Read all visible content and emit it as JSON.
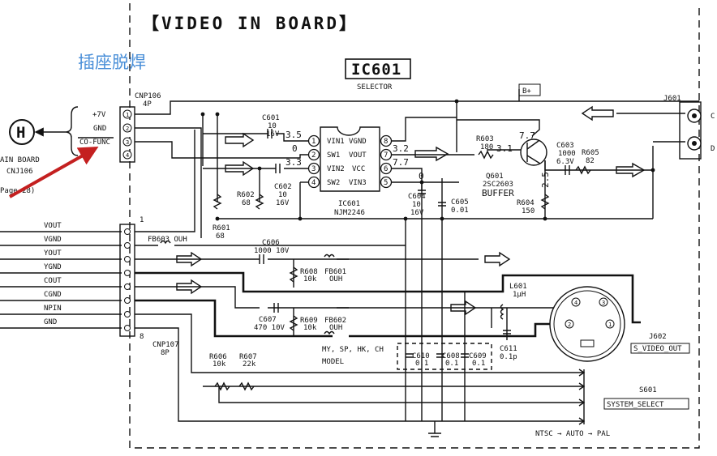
{
  "board_title": "【VIDEO IN BOARD】",
  "watermark": "插座脱焊",
  "ic": {
    "ref": "IC601",
    "function": "SELECTOR",
    "part_ref": "IC601",
    "part_no": "NJM2246",
    "pin_labels": [
      "VIN1",
      "SW1",
      "VIN2",
      "SW2",
      "VGND",
      "VOUT",
      "VCC",
      "VIN3"
    ],
    "pins": [
      "1",
      "2",
      "3",
      "4",
      "8",
      "7",
      "6",
      "5"
    ]
  },
  "cnp106": {
    "ref": "CNP106",
    "pins_label": "4P",
    "pin_labels": [
      "+7V",
      "GND",
      "CO-FUNC"
    ],
    "pins": [
      "1",
      "2",
      "3",
      "4"
    ]
  },
  "main_board": {
    "marker": "H",
    "name": "AIN BOARD",
    "connector": "CNJ106",
    "page_ref": "Page 28)"
  },
  "cnp107": {
    "ref": "CNP107",
    "pins_label": "8P",
    "first_pin": "1",
    "last_pin": "8",
    "signals": [
      "VOUT",
      "VGND",
      "YOUT",
      "YGND",
      "COUT",
      "CGND",
      "NPIN",
      "GND"
    ]
  },
  "b_plus": "B+",
  "voltages": {
    "vin1": "3.5",
    "sw1": "0",
    "vin2": "3.3",
    "vout": "3.2",
    "vcc": "7.7",
    "vin3": "0",
    "q_collector": "7.7",
    "q_base": "3.1",
    "q_emitter": "2.5"
  },
  "components": {
    "c601": [
      "C601",
      "10",
      "16V"
    ],
    "c602": [
      "C602",
      "10",
      "16V"
    ],
    "r602": [
      "R602",
      "68"
    ],
    "r601": [
      "R601",
      "68"
    ],
    "c604": [
      "C604",
      "10",
      "16V"
    ],
    "c605": [
      "C605",
      "0.01"
    ],
    "r603": [
      "R603",
      "180"
    ],
    "q601": [
      "Q601",
      "2SC2603",
      "BUFFER"
    ],
    "r604": [
      "R604",
      "150"
    ],
    "c603": [
      "C603",
      "1000",
      "6.3V"
    ],
    "r605": [
      "R605",
      "82"
    ],
    "fb603": "FB603 OUH",
    "c606": "C606",
    "c606_value": "1000 10V",
    "r608": [
      "R608",
      "10k"
    ],
    "fb601": [
      "FB601",
      "OUH"
    ],
    "c607": [
      "C607",
      "470 10V"
    ],
    "r609": [
      "R609",
      "10k"
    ],
    "fb602": [
      "FB602",
      "OUH"
    ],
    "l601": [
      "L601",
      "1μH"
    ],
    "c611": [
      "C611",
      "0.1p"
    ],
    "r606": [
      "R606",
      "10k"
    ],
    "r607": [
      "R607",
      "22k"
    ],
    "c610": [
      "C610",
      "0.1"
    ],
    "c608": [
      "C608",
      "0.1"
    ],
    "c609": [
      "C609",
      "0.1"
    ]
  },
  "model_note": [
    "MY, SP, HK, CH",
    "MODEL"
  ],
  "j601": {
    "ref": "J601",
    "side": [
      "C",
      "D"
    ]
  },
  "j602": {
    "ref": "J602",
    "label": "S_VIDEO_OUT",
    "pins": [
      "4",
      "3",
      "2",
      "1"
    ]
  },
  "s601": {
    "ref": "S601",
    "label": "SYSTEM_SELECT",
    "modes": "NTSC → AUTO → PAL"
  },
  "colors": {
    "ink": "#111111",
    "watermark": "#4a8fd8",
    "arrow": "#c42020",
    "background": "#ffffff"
  }
}
